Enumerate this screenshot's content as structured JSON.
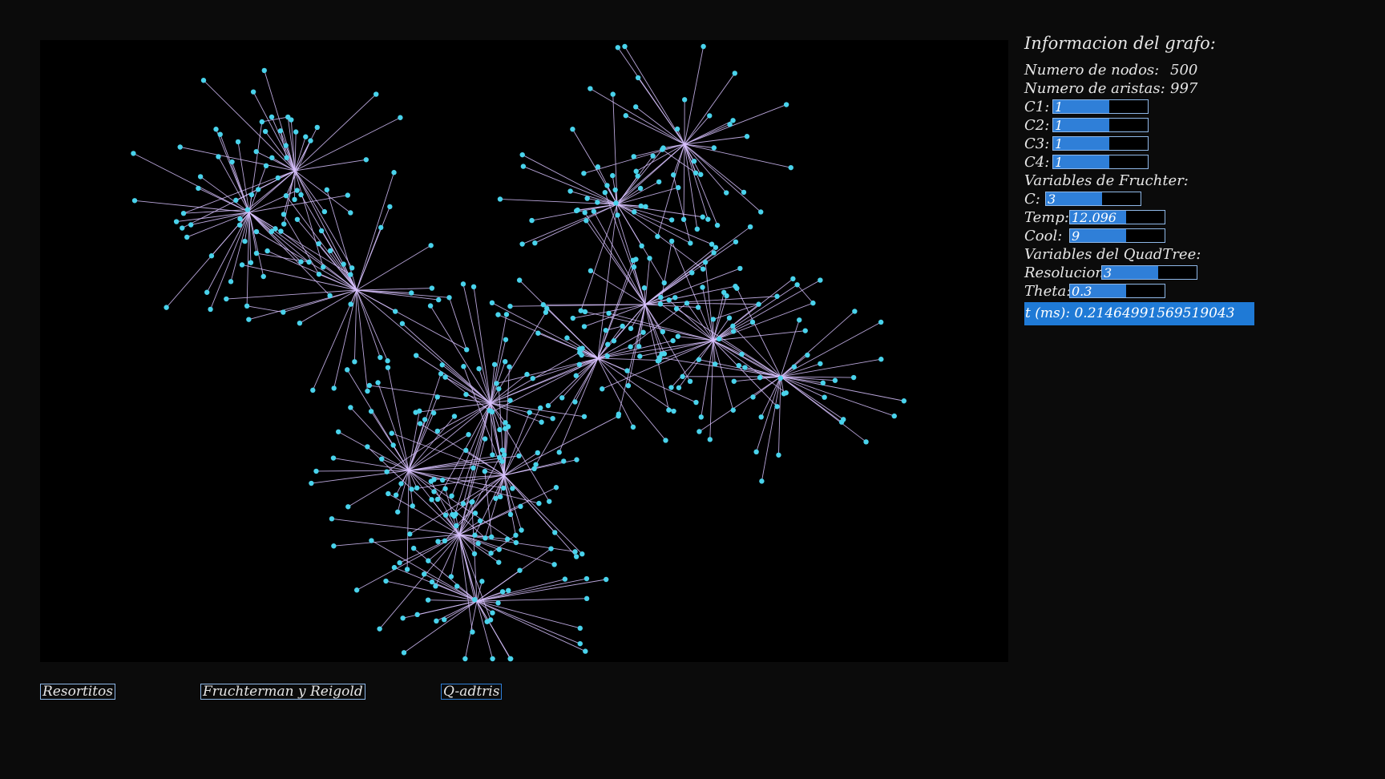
{
  "panel": {
    "title": "Informacion del grafo:",
    "nodes_label": "Numero de nodos:",
    "nodes_value": "500",
    "edges_label": "Numero de aristas:",
    "edges_value": "997",
    "c1_label": "C1:",
    "c1_value": "1",
    "c2_label": "C2:",
    "c2_value": "1",
    "c3_label": "C3:",
    "c3_value": "1",
    "c4_label": "C4:",
    "c4_value": "1",
    "fruchter_header": "Variables de Fruchter:",
    "c_label": "C:",
    "c_value": "3",
    "temp_label": "Temp:",
    "temp_value": "12.096",
    "cool_label": "Cool:",
    "cool_value": "9",
    "quadtree_header": "Variables del QuadTree:",
    "res_label": "Resolucion:",
    "res_value": "3",
    "theta_label": "Theta:",
    "theta_value": "0.3",
    "time_label": "t (ms): 0.21464991569519043"
  },
  "buttons": {
    "resortitos": "Resortitos",
    "fruchterman": "Fruchterman y Reigold",
    "quadtris": "Q-adtris"
  },
  "colors": {
    "node": "#49d3ec",
    "edge": "#d8c2ff",
    "accent": "#2f7fd8"
  }
}
